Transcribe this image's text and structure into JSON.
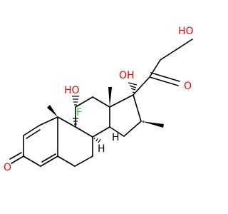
{
  "labels": {
    "ho_top": "HO",
    "oh_11": "HO",
    "oh_17": "OH",
    "fluoro": "F",
    "ketone_3": "O",
    "ketone_20": "O",
    "h_8": "H",
    "h_14": "H"
  },
  "colors": {
    "oxygen": "#ff0000",
    "fluorine": "#33cc33",
    "carbon": "#000000",
    "hydrogen": "#000000"
  }
}
